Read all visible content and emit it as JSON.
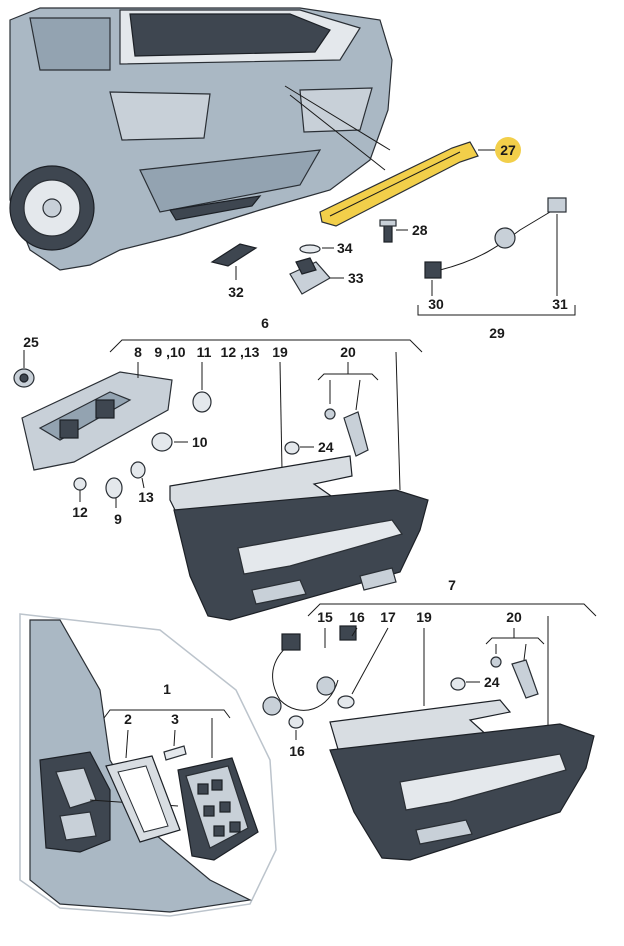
{
  "callouts": {
    "c1": "1",
    "c2": "2",
    "c3": "3",
    "c6": "6",
    "c7": "7",
    "c8": "8",
    "c9_10": "9 ,10",
    "c11": "11",
    "c12_13": "12 ,13",
    "c9": "9",
    "c10": "10",
    "c12": "12",
    "c13": "13",
    "c15": "15",
    "c16a": "16",
    "c16b": "16",
    "c17": "17",
    "c19a": "19",
    "c19b": "19",
    "c20a": "20",
    "c20b": "20",
    "c24a": "24",
    "c24b": "24",
    "c25": "25",
    "c27": "27",
    "c28": "28",
    "c29": "29",
    "c30": "30",
    "c31": "31",
    "c32": "32",
    "c33": "33",
    "c34": "34"
  },
  "colors": {
    "highlight": "#f2cf4a",
    "body": "#aab8c4",
    "outline": "#2a2f35"
  }
}
